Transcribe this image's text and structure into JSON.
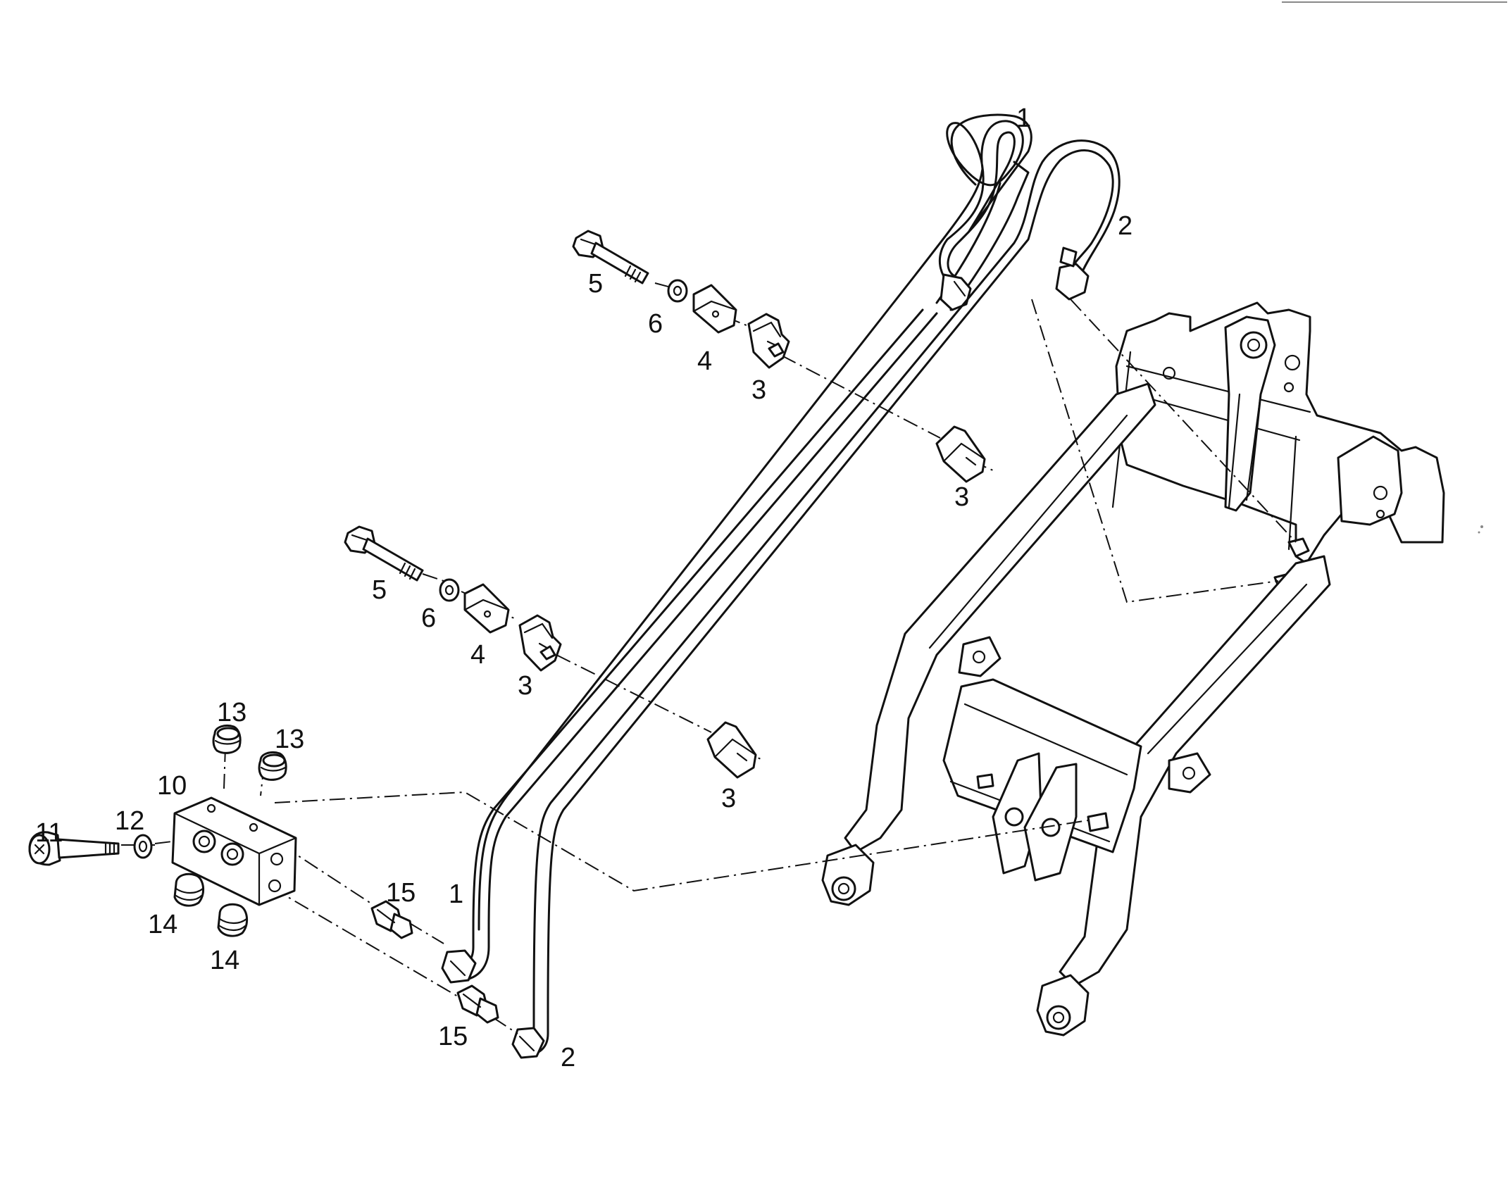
{
  "diagram": {
    "type": "exploded-parts-view",
    "colors": {
      "ink": "#111111",
      "paper": "#ffffff"
    },
    "callouts": {
      "tube_1_top": "1",
      "tube_2_top": "2",
      "bolt_5_upper": "5",
      "washer_6_upper": "6",
      "plate_4_upper": "4",
      "clamp_3_upper": "3",
      "clamp_3_upper_rear": "3",
      "bolt_5_lower": "5",
      "washer_6_lower": "6",
      "plate_4_lower": "4",
      "clamp_3_lower": "3",
      "clamp_3_lower_rear": "3",
      "plug_13_left": "13",
      "plug_13_right": "13",
      "block_10": "10",
      "screw_11": "11",
      "washer_12": "12",
      "plug_14_left": "14",
      "plug_14_right": "14",
      "fitting_15_upper": "15",
      "fitting_15_lower": "15",
      "tube_1_bottom": "1",
      "tube_2_bottom": "2"
    }
  }
}
